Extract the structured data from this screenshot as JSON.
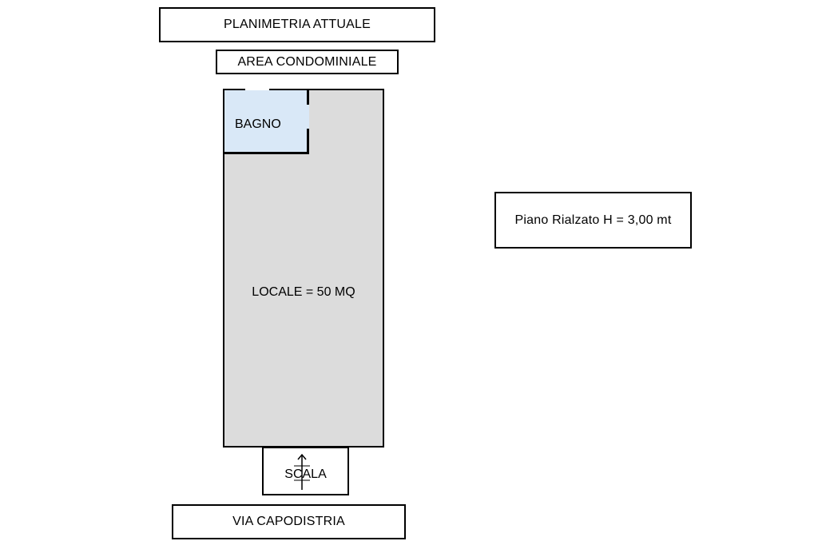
{
  "header": {
    "title": "PLANIMETRIA ATTUALE",
    "area": "AREA CONDOMINIALE"
  },
  "rooms": {
    "locale": "LOCALE = 50 MQ",
    "bagno": "BAGNO",
    "scala": "SCALA"
  },
  "info": {
    "floor": "Piano Rialzato H = 3,00 mt"
  },
  "footer": {
    "street": "VIA CAPODISTRIA"
  },
  "colors": {
    "locale_fill": "#dcdcdc",
    "bagno_fill": "#d9e8f7",
    "wall": "#000000"
  },
  "icons": {
    "scala": "up-arrow-icon"
  }
}
